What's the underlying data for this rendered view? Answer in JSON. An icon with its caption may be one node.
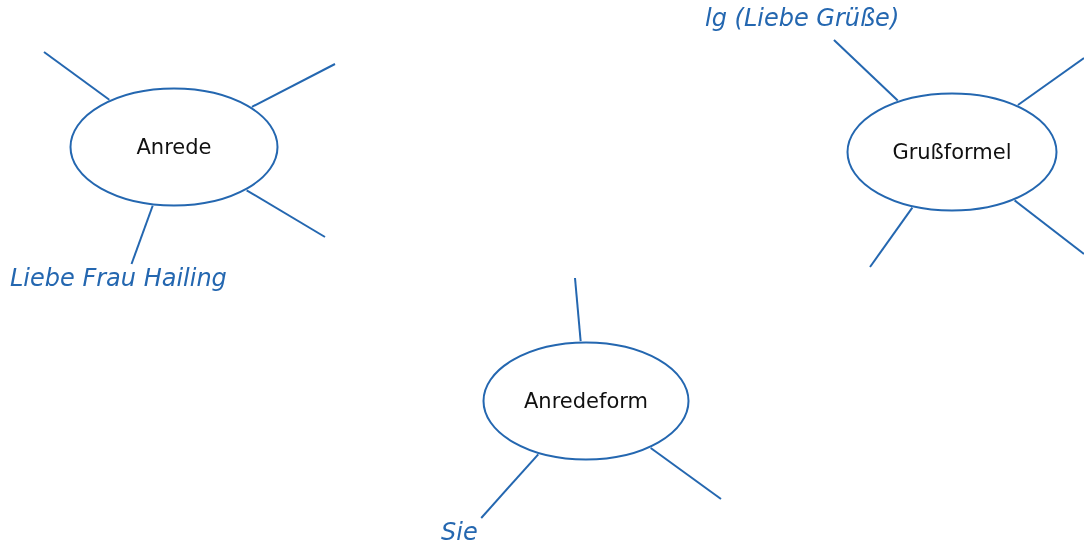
{
  "diagram": {
    "nodes": [
      {
        "text": [
          "lg (Liebe Grüße)"
        ]
      },
      {
        "text": [
          "Anrede"
        ]
      },
      {
        "text": [
          "Grußformel"
        ]
      },
      {
        "text": [
          "Liebe Frau Hailing"
        ]
      },
      {
        "text": [
          "Anredeform"
        ]
      },
      {
        "text": [
          "Sie"
        ]
      }
    ],
    "edges": [
      {
        "from": 1,
        "to": null,
        "arrow": "none"
      },
      {
        "from": 1,
        "to": null,
        "arrow": "none"
      },
      {
        "from": 1,
        "to": null,
        "arrow": "none"
      },
      {
        "from": 1,
        "to": 3,
        "arrow": "none"
      },
      {
        "from": 2,
        "to": 0,
        "arrow": "none"
      },
      {
        "from": 2,
        "to": null,
        "arrow": "none"
      },
      {
        "from": 2,
        "to": null,
        "arrow": "none"
      },
      {
        "from": 2,
        "to": null,
        "arrow": "none"
      },
      {
        "from": 4,
        "to": null,
        "arrow": "none"
      },
      {
        "from": 4,
        "to": 5,
        "arrow": "none"
      },
      {
        "from": 4,
        "to": null,
        "arrow": "none"
      }
    ]
  }
}
